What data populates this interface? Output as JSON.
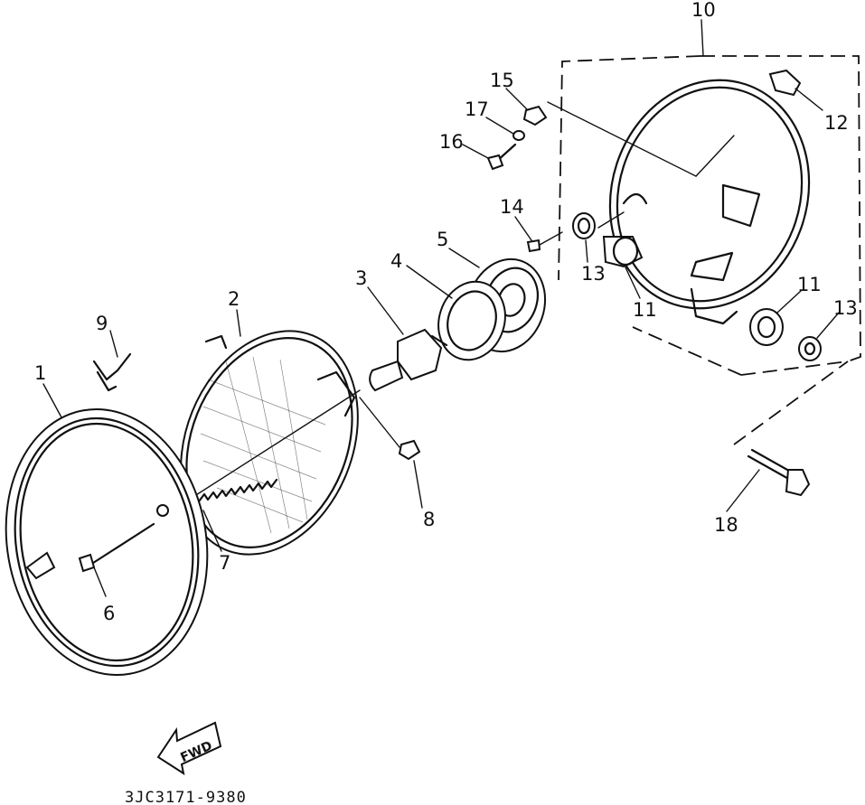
{
  "callouts": [
    "1",
    "2",
    "3",
    "4",
    "5",
    "6",
    "7",
    "8",
    "9",
    "10",
    "11",
    "11",
    "12",
    "13",
    "13",
    "14",
    "15",
    "16",
    "17",
    "18"
  ],
  "direction_arrow": "FWD",
  "diagram_code": "3JC3171-9380"
}
